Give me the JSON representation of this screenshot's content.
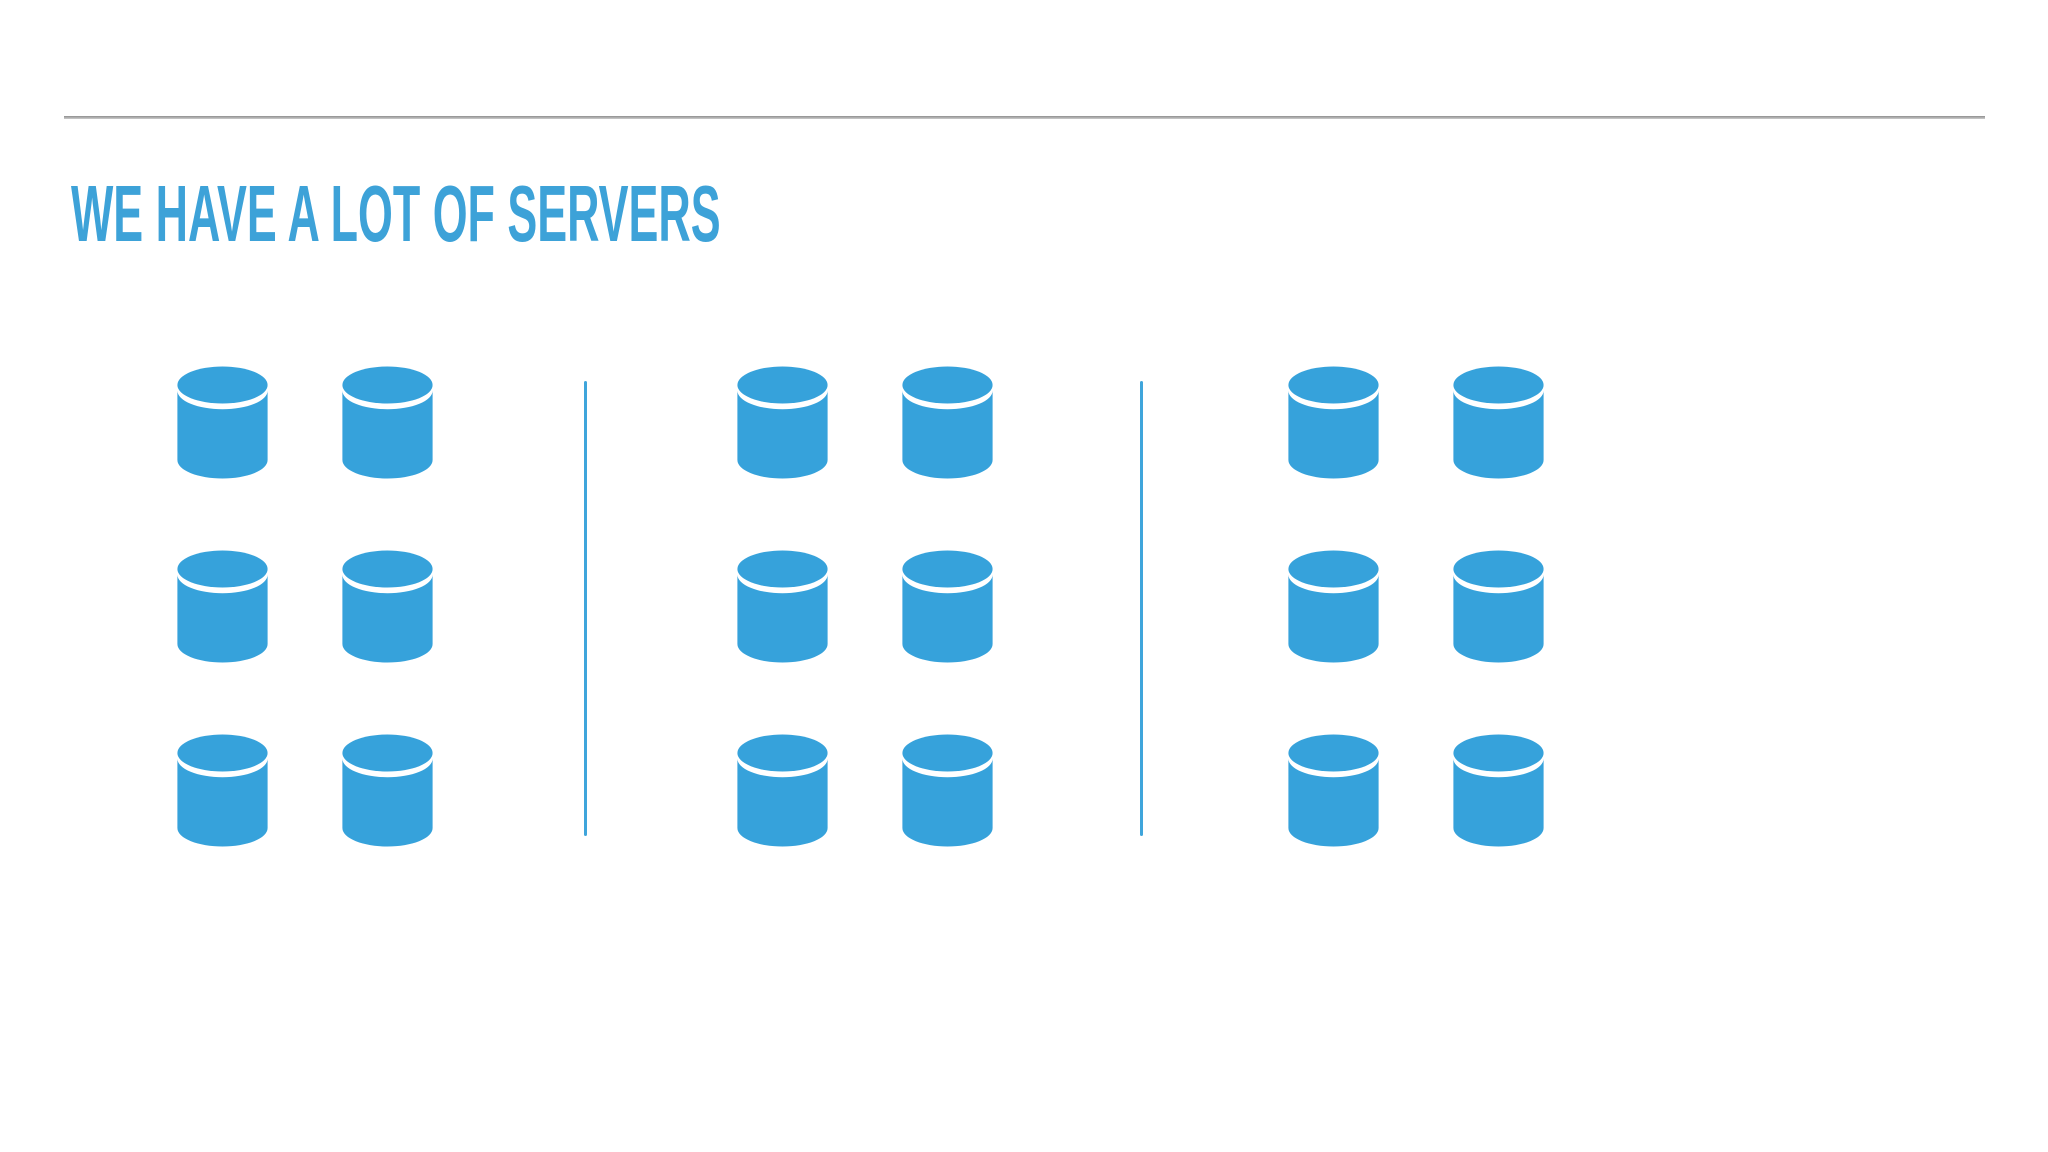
{
  "slide": {
    "title": "WE HAVE A LOT OF SERVERS"
  },
  "colors": {
    "background": "#FFFFFF",
    "title_blue": "#3DA2D8",
    "server_icon_blue": "#36A2DB",
    "divider_blue": "#3FA5DB",
    "rule_gray": "#A3A3A3"
  },
  "server_groups": [
    {
      "id": "server-group-1",
      "icon": "database-cylinder-icon",
      "rows": 3,
      "columns": 2,
      "server_count": 6
    },
    {
      "id": "server-group-2",
      "icon": "database-cylinder-icon",
      "rows": 3,
      "columns": 2,
      "server_count": 6
    },
    {
      "id": "server-group-3",
      "icon": "database-cylinder-icon",
      "rows": 3,
      "columns": 2,
      "server_count": 6
    }
  ],
  "total_servers": 18,
  "divider_count": 2
}
